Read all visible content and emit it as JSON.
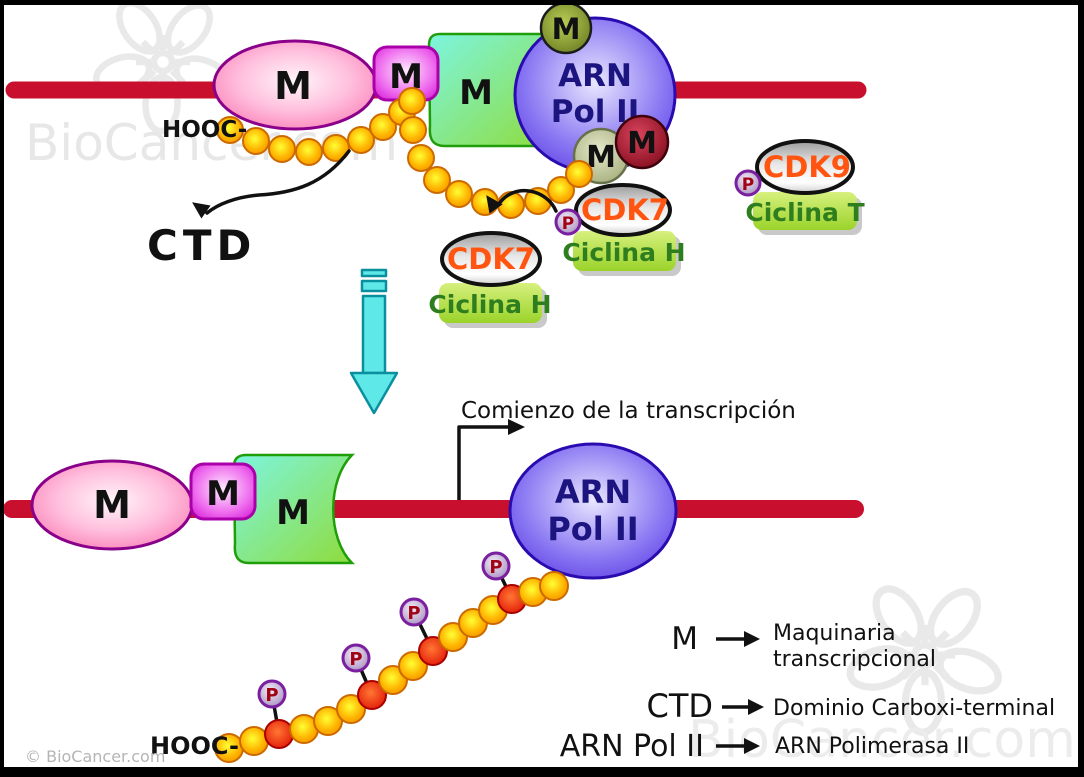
{
  "diagram": {
    "title_context": "CTD phosphorylation and start of transcription",
    "watermark_brand": "BioCancer.com",
    "copyright": "© BioCancer.com",
    "labels": {
      "m": "M",
      "p": "P",
      "hooc": "HOOC-",
      "ctd": "CTD",
      "arn_line1": "ARN",
      "arn_line2": "Pol II",
      "cdk7": "CDK7",
      "ciclina_h": "Ciclina H",
      "cdk9": "CDK9",
      "ciclina_t": "Ciclina T",
      "start_transcription": "Comienzo de la transcripción"
    },
    "legend": {
      "rows": [
        {
          "symbol": "M",
          "def1": "Maquinaria",
          "def2": "transcripcional"
        },
        {
          "symbol": "CTD",
          "def1": "Dominio Carboxi-terminal"
        },
        {
          "symbol": "ARN Pol II",
          "def1": "ARN Polimerasa II"
        }
      ]
    },
    "colors": {
      "dna": "#c8102e",
      "pol2_blue": "#5436e8",
      "machinery_pink": "#f863a8",
      "machinery_magenta": "#cc00cc",
      "machinery_green": "#8fdc3c",
      "cdk_text": "#ff5511",
      "ciclina_green": "#a6d93c",
      "phosphate_purple": "#8d4fa8",
      "bead_orange": "#ff9900",
      "bead_red": "#ee1100",
      "arrow_cyan": "#5fe8e8"
    }
  }
}
